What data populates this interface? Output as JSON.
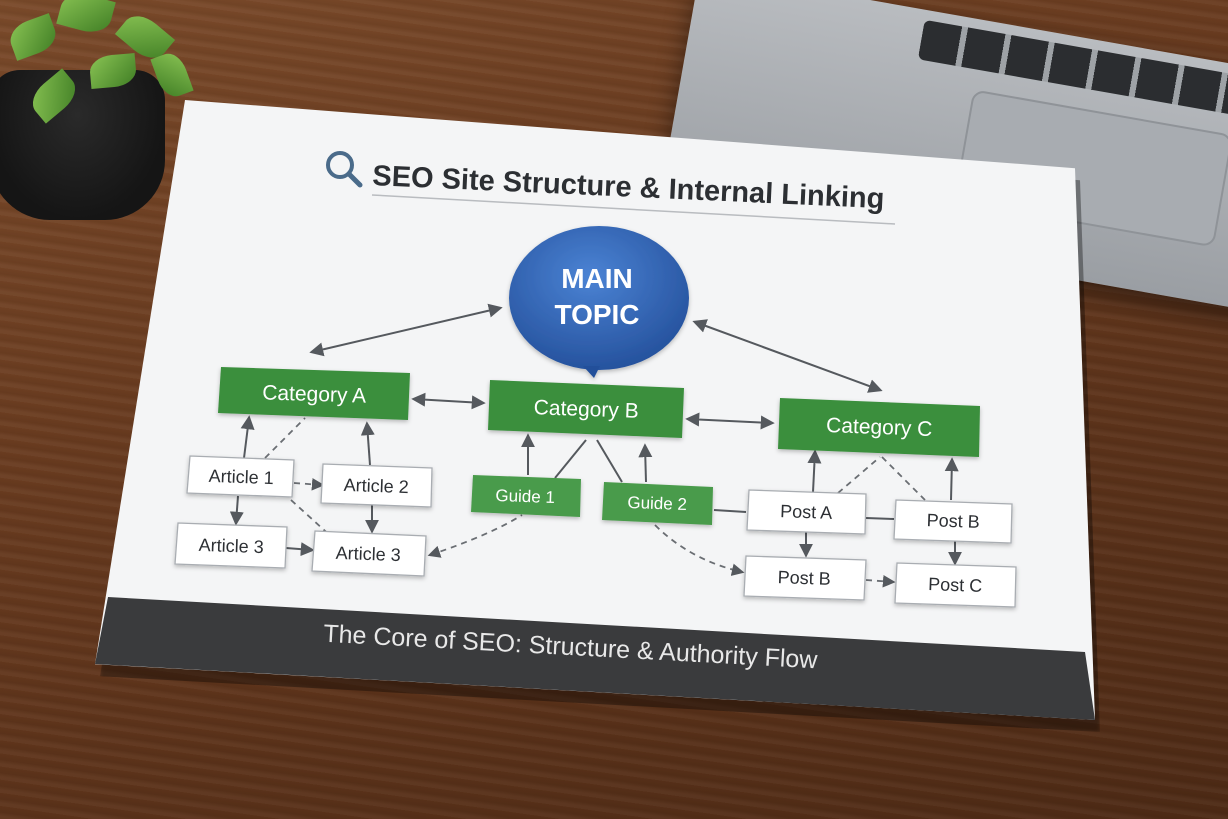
{
  "card": {
    "title": "SEO Site Structure & Internal Linking",
    "footer": "The Core of SEO: Structure & Authority Flow"
  },
  "main_topic": {
    "line1": "MAIN",
    "line2": "TOPIC"
  },
  "categories": {
    "a": "Category A",
    "b": "Category B",
    "c": "Category C"
  },
  "articles": {
    "a1": "Article 1",
    "a2": "Article 2",
    "a3": "Article 3",
    "a3b": "Article 3"
  },
  "guides": {
    "g1": "Guide 1",
    "g2": "Guide 2"
  },
  "posts": {
    "pa": "Post A",
    "pb": "Post B",
    "pb2": "Post B",
    "pc": "Post C"
  },
  "colors": {
    "green": "#3a8f3e",
    "blue": "#2f64b4",
    "footer_bg": "#3a3b3d"
  },
  "icons": {
    "title": "search-icon"
  }
}
